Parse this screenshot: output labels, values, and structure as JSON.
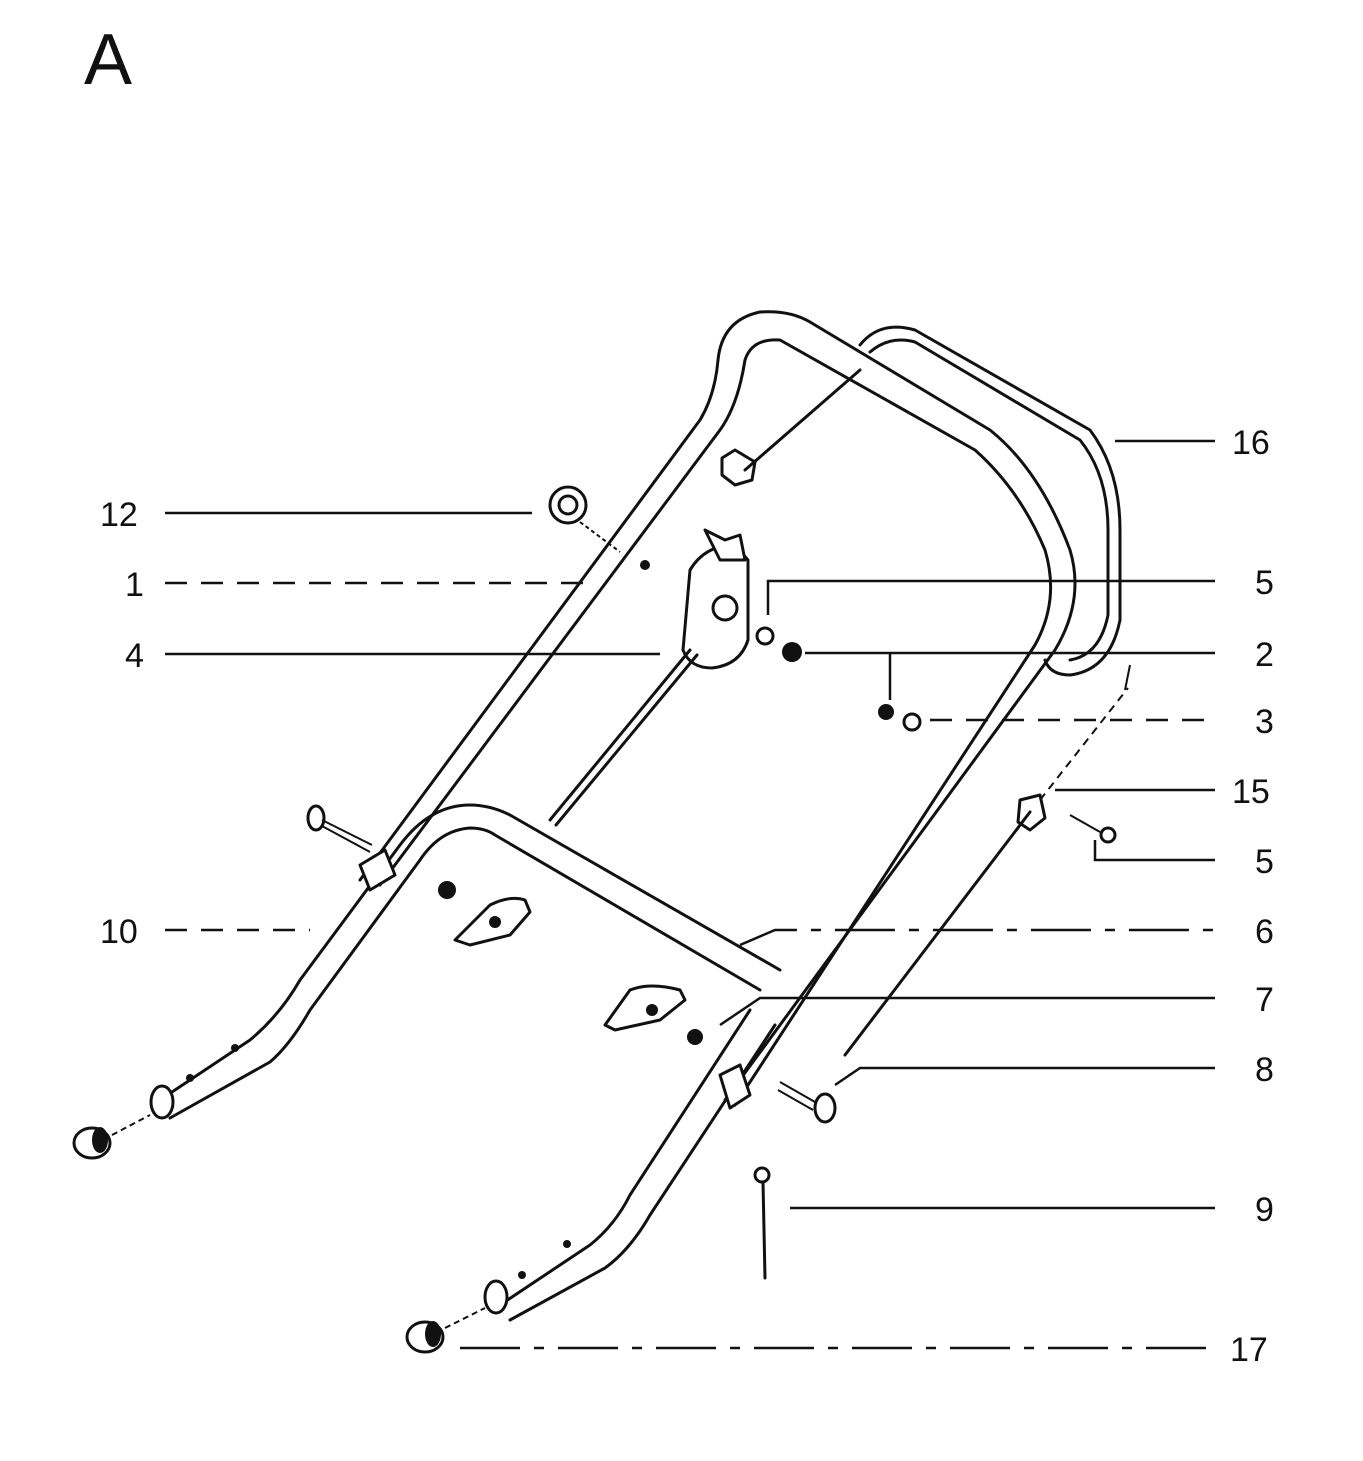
{
  "section_letter": "A",
  "callouts": [
    {
      "id": "c12",
      "label": "12"
    },
    {
      "id": "c1",
      "label": "1"
    },
    {
      "id": "c4",
      "label": "4"
    },
    {
      "id": "c10",
      "label": "10"
    },
    {
      "id": "c16",
      "label": "16"
    },
    {
      "id": "c5a",
      "label": "5"
    },
    {
      "id": "c2",
      "label": "2"
    },
    {
      "id": "c3",
      "label": "3"
    },
    {
      "id": "c15",
      "label": "15"
    },
    {
      "id": "c5b",
      "label": "5"
    },
    {
      "id": "c6",
      "label": "6"
    },
    {
      "id": "c7",
      "label": "7"
    },
    {
      "id": "c8",
      "label": "8"
    },
    {
      "id": "c9",
      "label": "9"
    },
    {
      "id": "c17",
      "label": "17"
    }
  ]
}
